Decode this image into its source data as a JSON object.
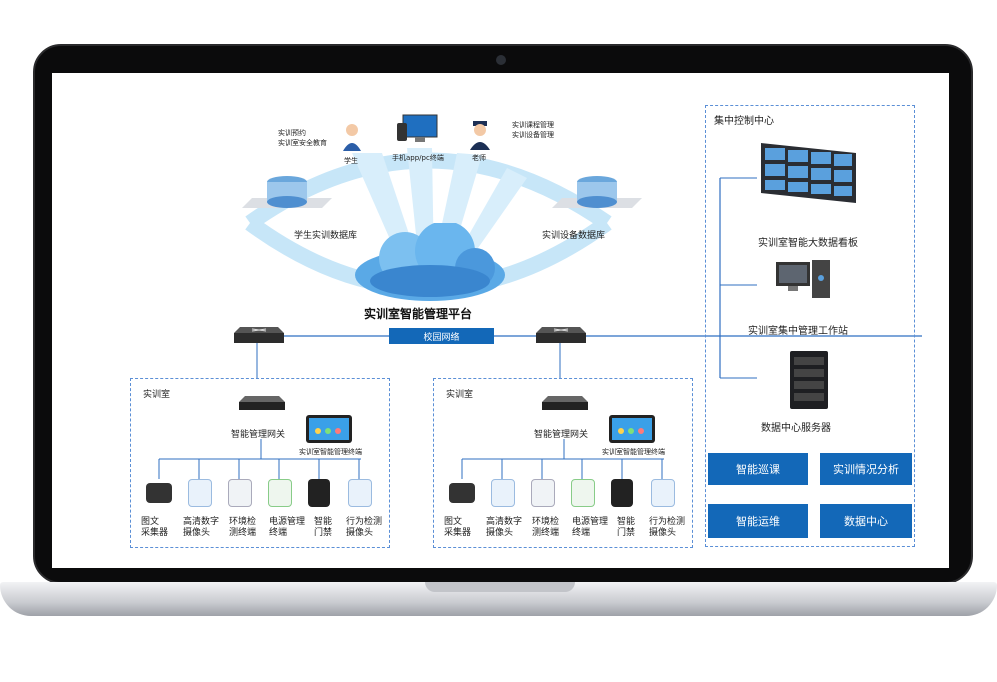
{
  "platform": {
    "title": "实训室智能管理平台"
  },
  "network": {
    "campus_label": "校园网络"
  },
  "top": {
    "student_db": "学生实训数据库",
    "device_db": "实训设备数据库",
    "student_notes": [
      "实训预约",
      "实训室安全教育"
    ],
    "student_label": "学生",
    "phone_label": "手机app/pc终端",
    "teacher_notes": [
      "实训课程管理",
      "实训设备管理"
    ],
    "teacher_label": "老师"
  },
  "labs": [
    {
      "title": "实训室",
      "gateway": "智能管理网关",
      "terminal": "实训室智能管理终端",
      "devices": [
        {
          "label": [
            "图文",
            "采集器"
          ],
          "icon": "collector-icon"
        },
        {
          "label": [
            "高清数字",
            "摄像头"
          ],
          "icon": "camera-icon"
        },
        {
          "label": [
            "环境检",
            "测终端"
          ],
          "icon": "sensor-icon"
        },
        {
          "label": [
            "电源管理",
            "终端"
          ],
          "icon": "power-icon"
        },
        {
          "label": [
            "智能",
            "门禁"
          ],
          "icon": "door-icon"
        },
        {
          "label": [
            "行为检测",
            "摄像头"
          ],
          "icon": "behavior-camera-icon"
        }
      ]
    },
    {
      "title": "实训室",
      "gateway": "智能管理网关",
      "terminal": "实训室智能管理终端",
      "devices": [
        {
          "label": [
            "图文",
            "采集器"
          ],
          "icon": "collector-icon"
        },
        {
          "label": [
            "高清数字",
            "摄像头"
          ],
          "icon": "camera-icon"
        },
        {
          "label": [
            "环境检",
            "测终端"
          ],
          "icon": "sensor-icon"
        },
        {
          "label": [
            "电源管理",
            "终端"
          ],
          "icon": "power-icon"
        },
        {
          "label": [
            "智能",
            "门禁"
          ],
          "icon": "door-icon"
        },
        {
          "label": [
            "行为检测",
            "摄像头"
          ],
          "icon": "behavior-camera-icon"
        }
      ]
    }
  ],
  "control_center": {
    "title": "集中控制中心",
    "items": [
      "实训室智能大数据看板",
      "实训室集中管理工作站",
      "数据中心服务器"
    ],
    "buttons": [
      "智能巡课",
      "实训情况分析",
      "智能运维",
      "数据中心"
    ]
  },
  "colors": {
    "accent": "#1368b8",
    "line": "#2f6fc2",
    "arc": "#bfe2f7"
  }
}
